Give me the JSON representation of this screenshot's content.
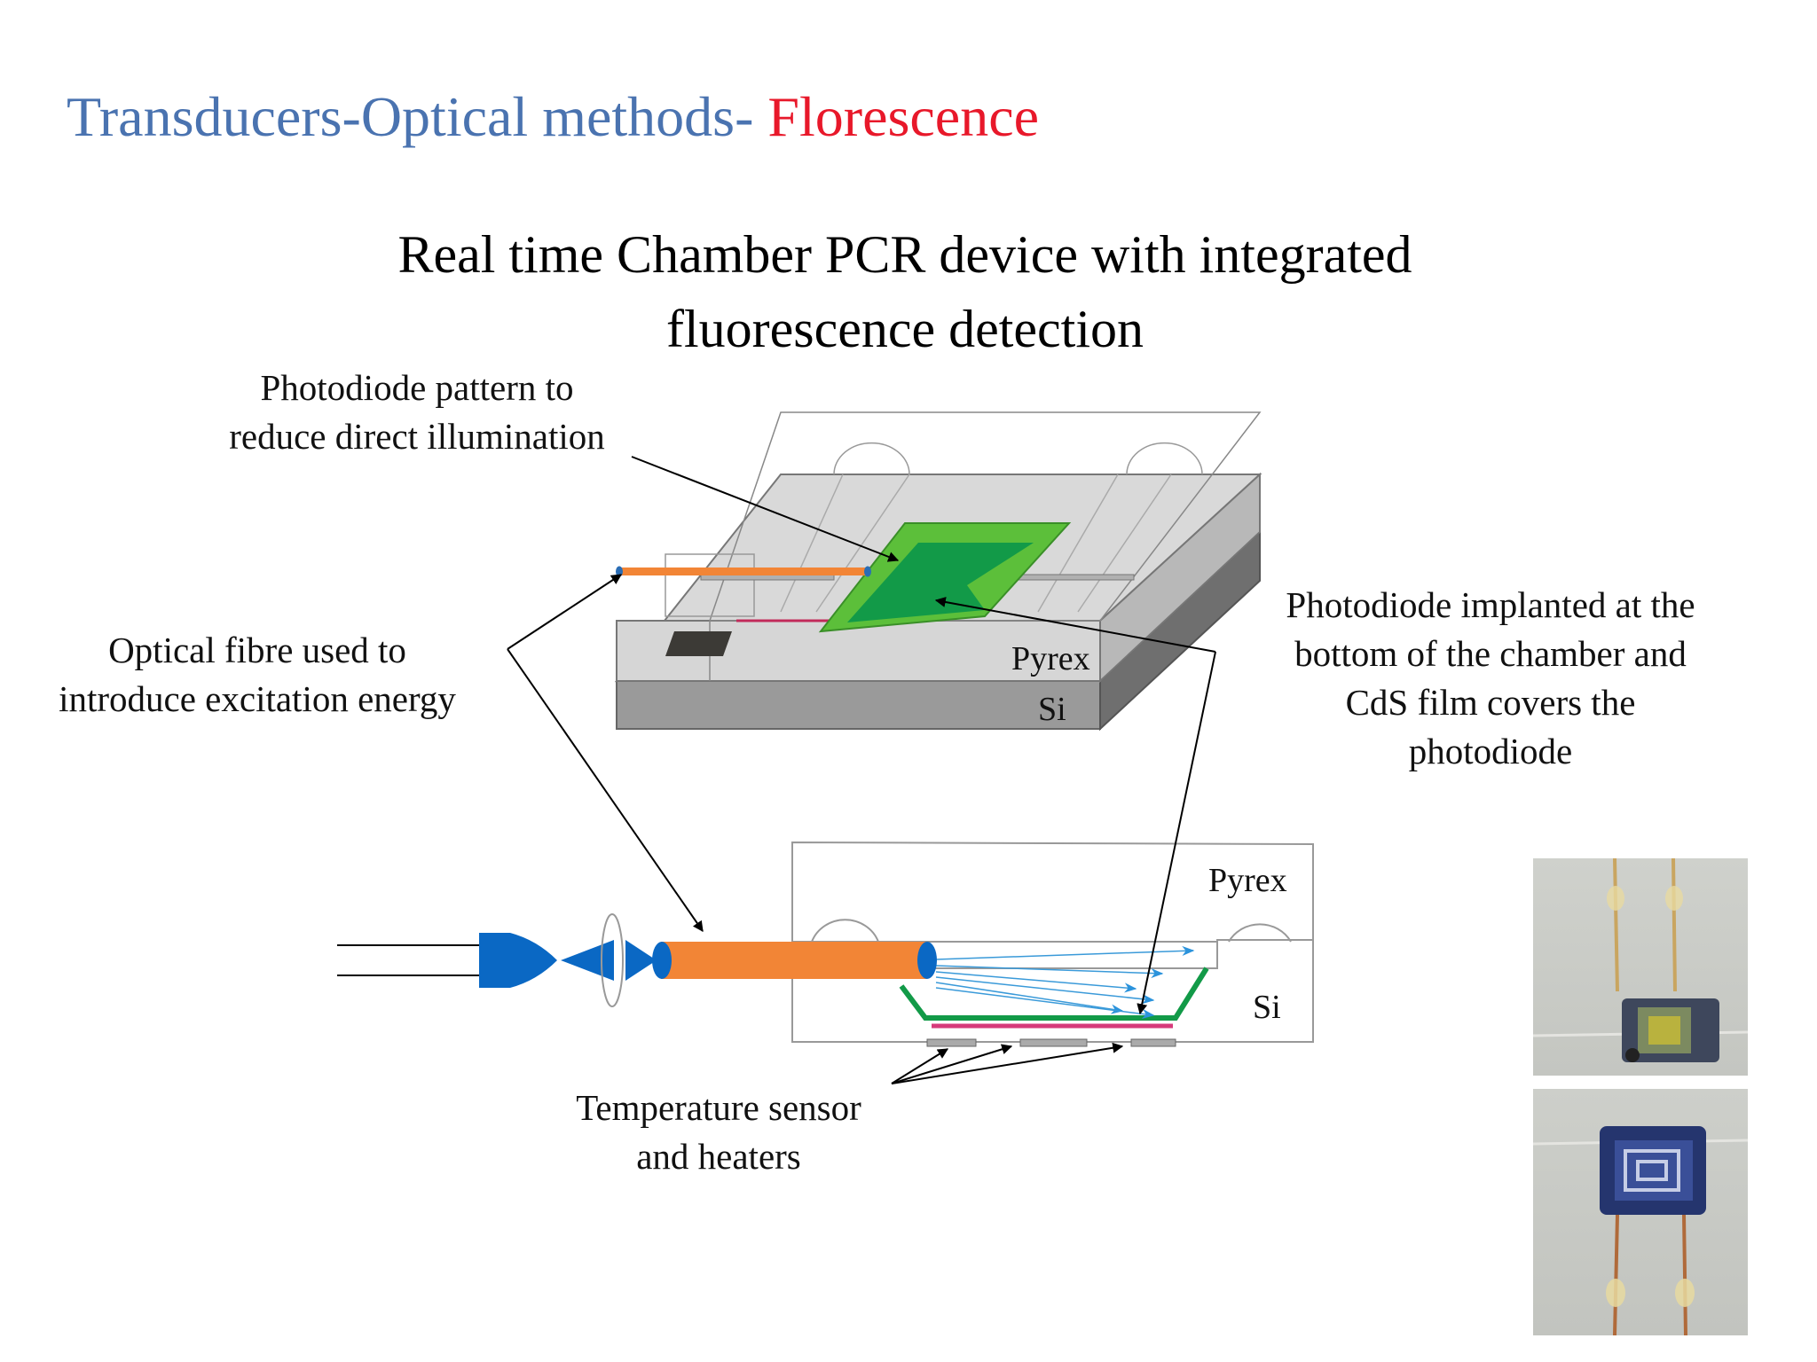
{
  "slide": {
    "heading_part1": "Transducers-Optical methods- ",
    "heading_part2": "Florescence",
    "subtitle_line1": "Real time Chamber PCR device with integrated",
    "subtitle_line2": "fluorescence detection"
  },
  "labels": {
    "photodiode_pattern_line1": "Photodiode pattern to",
    "photodiode_pattern_line2": "reduce direct illumination",
    "optical_fibre_line1": "Optical fibre used to",
    "optical_fibre_line2": "introduce excitation energy",
    "photodiode_implanted_line1": "Photodiode implanted at the",
    "photodiode_implanted_line2": "bottom of the chamber and",
    "photodiode_implanted_line3": "CdS film covers the",
    "photodiode_implanted_line4": "photodiode",
    "temperature_line1": "Temperature sensor",
    "temperature_line2": "and heaters"
  },
  "diagram_labels": {
    "top_pyrex": "Pyrex",
    "top_si": "Si",
    "bottom_pyrex": "Pyrex",
    "bottom_si": "Si"
  },
  "colors": {
    "heading_blue": "#4a73b0",
    "heading_red": "#e8182a",
    "fibre_orange": "#f28536",
    "chamber_green": "#5cbf3a",
    "photodiode_dark_green": "#129a48",
    "lens_blue": "#0a68c4",
    "ray_blue": "#3a9ad9",
    "silicon_gray": "#999999"
  }
}
